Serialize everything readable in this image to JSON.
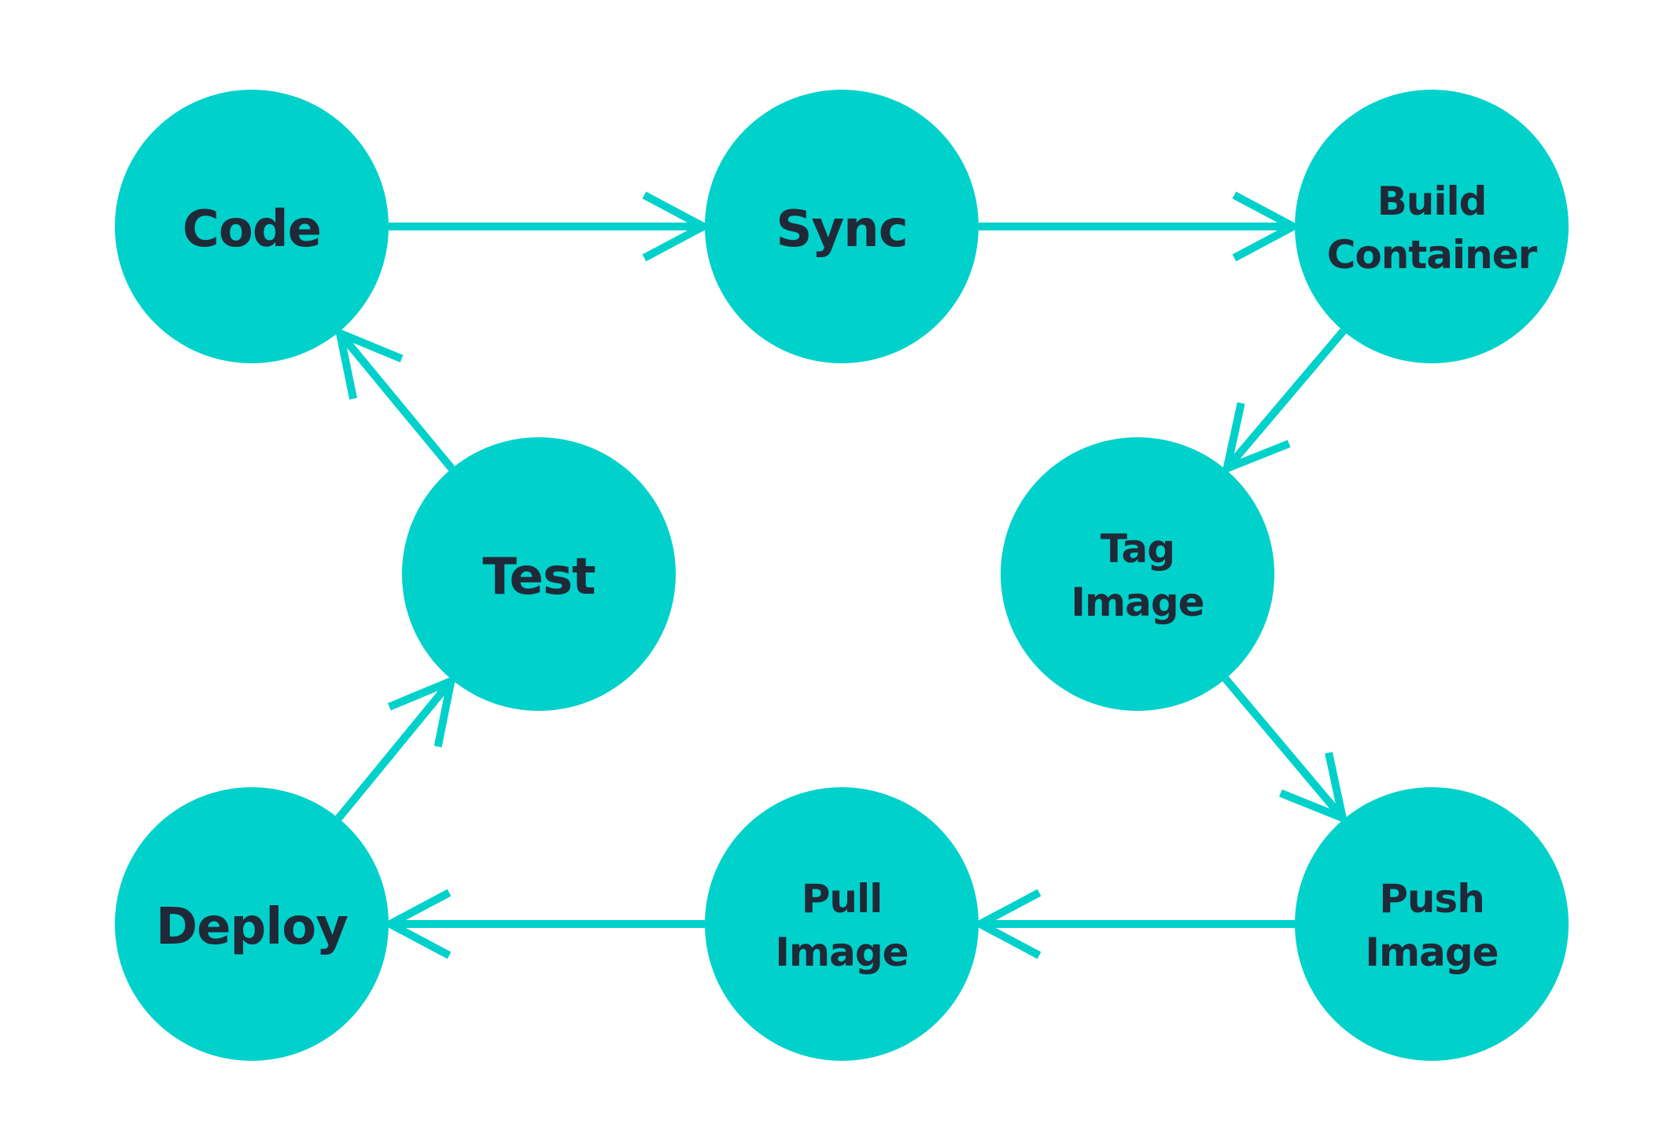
{
  "colors": {
    "node_fill": "#00d1cb",
    "edge_stroke": "#00d1cb",
    "label_text": "#1f2937"
  },
  "nodes": [
    {
      "id": "code",
      "lines": [
        "Code"
      ]
    },
    {
      "id": "sync",
      "lines": [
        "Sync"
      ]
    },
    {
      "id": "build-container",
      "lines": [
        "Build",
        "Container"
      ]
    },
    {
      "id": "tag-image",
      "lines": [
        "Tag",
        "Image"
      ]
    },
    {
      "id": "push-image",
      "lines": [
        "Push",
        "Image"
      ]
    },
    {
      "id": "pull-image",
      "lines": [
        "Pull",
        "Image"
      ]
    },
    {
      "id": "deploy",
      "lines": [
        "Deploy"
      ]
    },
    {
      "id": "test",
      "lines": [
        "Test"
      ]
    }
  ],
  "edges": [
    {
      "from": "code",
      "to": "sync"
    },
    {
      "from": "sync",
      "to": "build-container"
    },
    {
      "from": "build-container",
      "to": "tag-image"
    },
    {
      "from": "tag-image",
      "to": "push-image"
    },
    {
      "from": "push-image",
      "to": "pull-image"
    },
    {
      "from": "pull-image",
      "to": "deploy"
    },
    {
      "from": "deploy",
      "to": "test"
    },
    {
      "from": "test",
      "to": "code"
    }
  ]
}
